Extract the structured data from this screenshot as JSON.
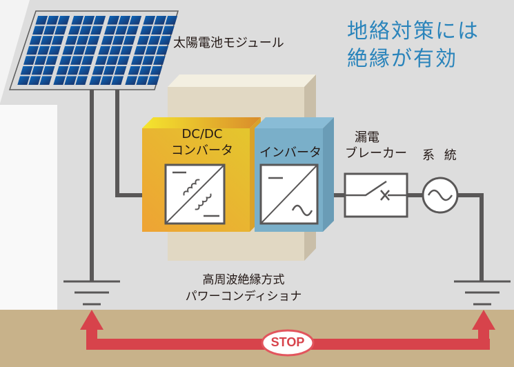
{
  "headline": {
    "line1": "地絡対策には",
    "line2": "絶縁が有効"
  },
  "labels": {
    "solar_module": "太陽電池モジュール",
    "dcdc_line1": "DC/DC",
    "dcdc_line2": "コンバータ",
    "inverter": "インバータ",
    "breaker_line1": "漏電",
    "breaker_line2": "ブレーカー",
    "grid": "系 統",
    "pcs_line1": "高周波絶縁方式",
    "pcs_line2": "パワーコンディショナ"
  },
  "stop_badge": "STOP",
  "colors": {
    "headline": "#2a84bb",
    "wire": "#595757",
    "arrow": "#d7434b",
    "ground": "#c8b28a",
    "dcdc_box": "#f0a830",
    "inverter_box": "#7aafc9",
    "pcs_box": "#e1d8c3",
    "panel_cell": "#0a5aa6"
  }
}
